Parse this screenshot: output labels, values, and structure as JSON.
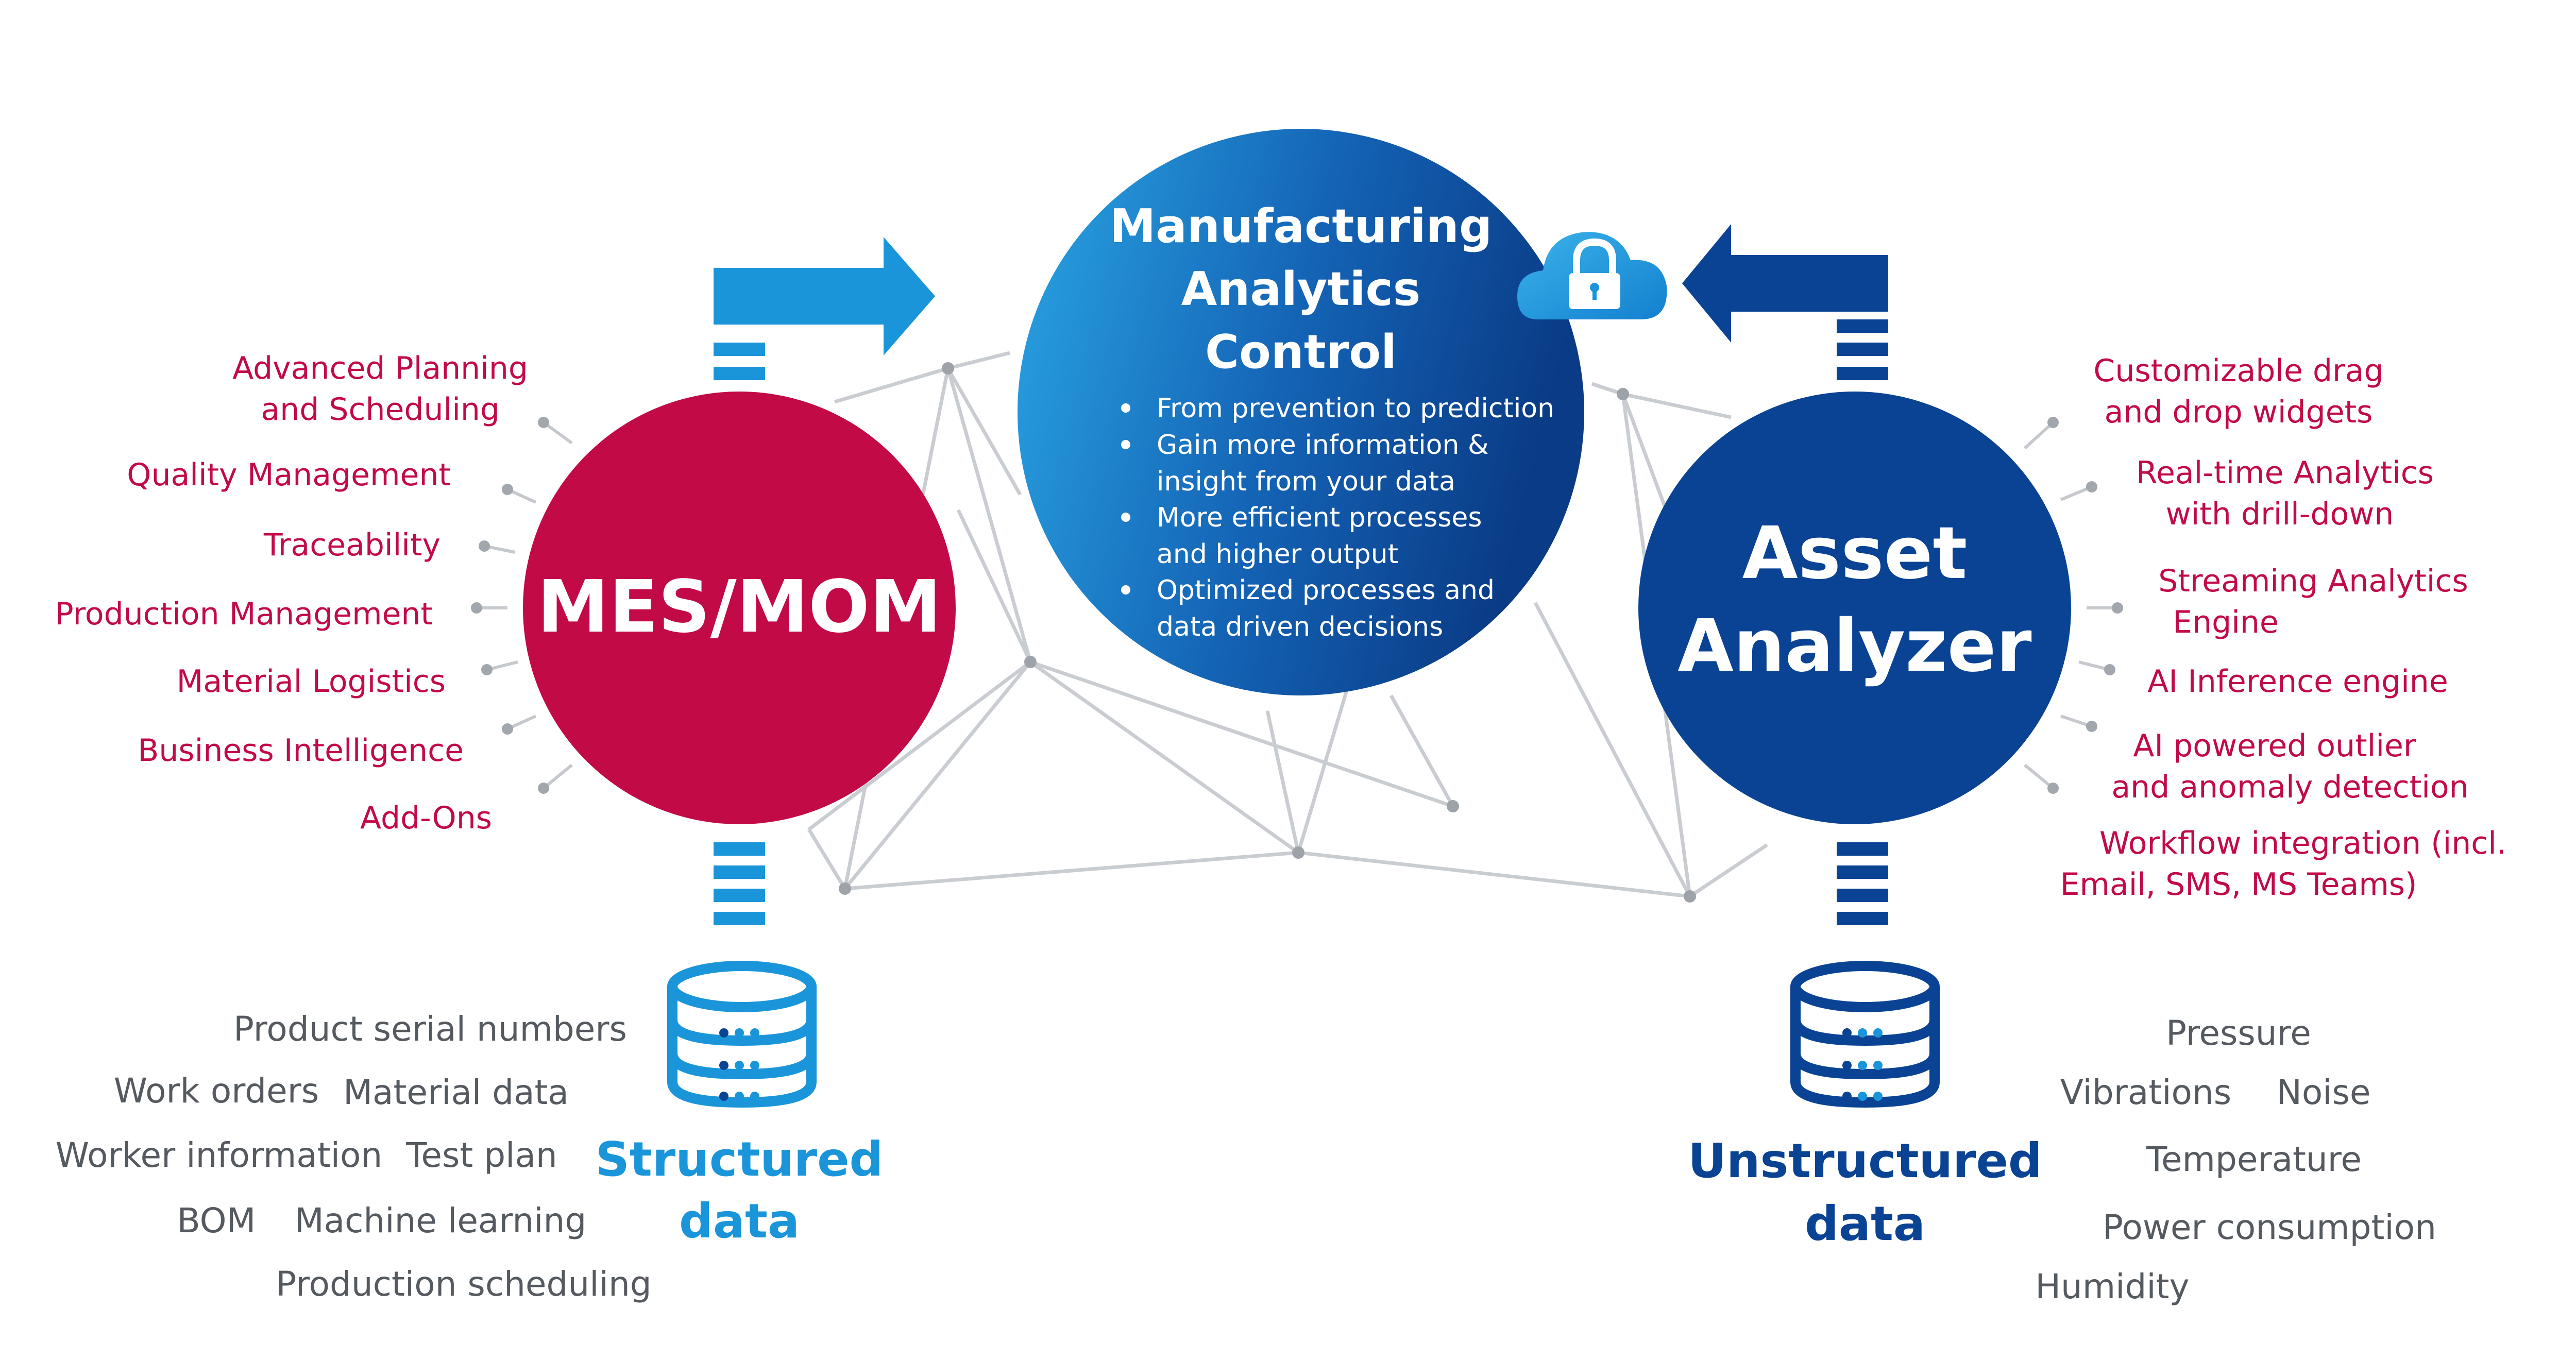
{
  "center": {
    "title": [
      "Manufacturing",
      "Analytics",
      "Control"
    ],
    "bullets": [
      [
        "From prevention to prediction"
      ],
      [
        "Gain more information &",
        "insight from your data"
      ],
      [
        "More efficient processes",
        "and higher output"
      ],
      [
        "Optimized processes and",
        "data driven decisions"
      ]
    ]
  },
  "mes": {
    "title": "MES/MOM",
    "features": [
      [
        "Advanced Planning",
        "and Scheduling"
      ],
      [
        "Quality Management"
      ],
      [
        "Traceability"
      ],
      [
        "Production Management"
      ],
      [
        "Material Logistics"
      ],
      [
        "Business Intelligence"
      ],
      [
        "Add-Ons"
      ]
    ]
  },
  "asset": {
    "title": [
      "Asset",
      "Analyzer"
    ],
    "features": [
      [
        "Customizable drag",
        "and drop widgets"
      ],
      [
        "Real-time Analytics",
        "with drill-down"
      ],
      [
        "Streaming Analytics",
        "Engine"
      ],
      [
        "AI Inference engine"
      ],
      [
        "AI powered outlier",
        "and anomaly detection"
      ],
      [
        "Workflow integration (incl.",
        "Email, SMS, MS Teams)"
      ]
    ]
  },
  "structured": {
    "label": [
      "Structured",
      "data"
    ],
    "items": [
      "Product serial numbers",
      "Work orders",
      "Material data",
      "Worker information",
      "Test plan",
      "BOM",
      "Machine learning",
      "Production scheduling"
    ]
  },
  "unstructured": {
    "label": [
      "Unstructured",
      "data"
    ],
    "items": [
      "Pressure",
      "Vibrations",
      "Noise",
      "Temperature",
      "Power consumption",
      "Humidity"
    ]
  },
  "colors": {
    "crimson": "#c20a47",
    "light_blue": "#1b95da",
    "dark_blue": "#0a4393",
    "gray_text": "#555a60",
    "network": "#c9cdd2"
  },
  "icons": [
    "cloud-lock-icon",
    "database-icon",
    "arrow-right-icon",
    "arrow-left-icon"
  ]
}
